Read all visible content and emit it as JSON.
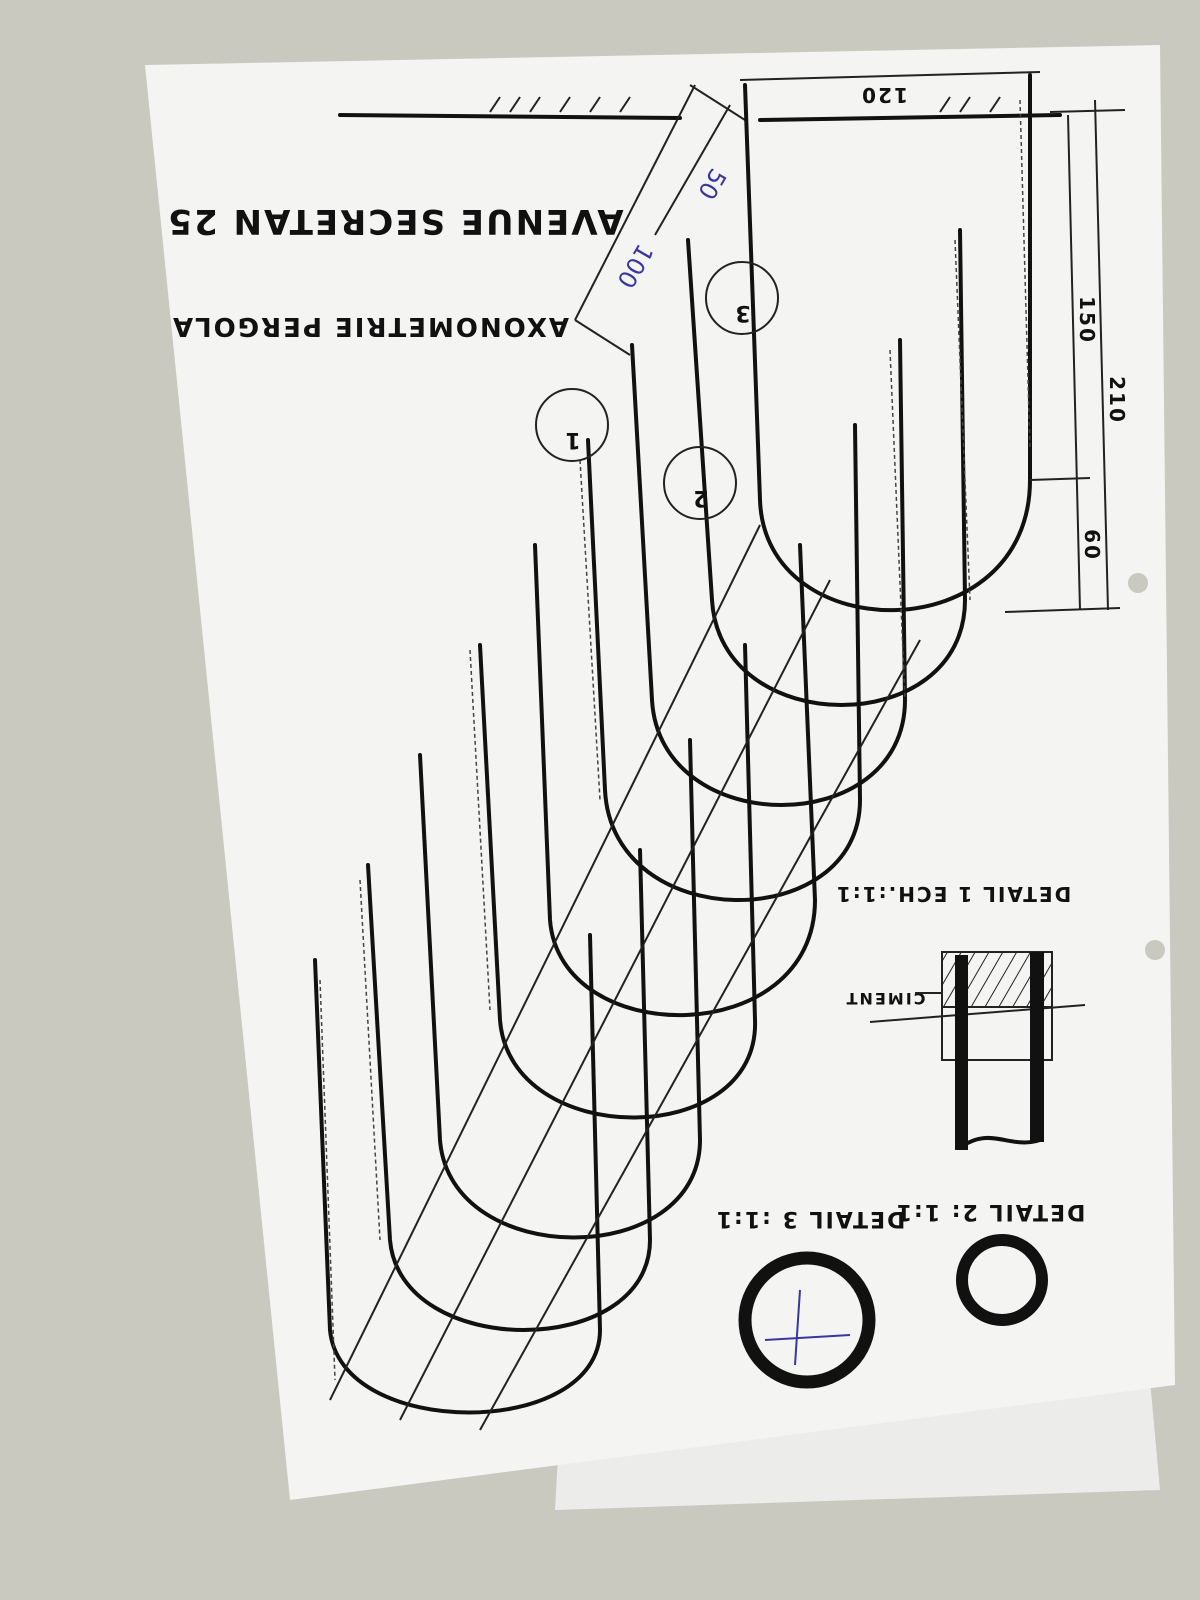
{
  "drawing": {
    "title": "AXONOMETRIE PERGOLA",
    "address": "AVENUE SECRETAN 25",
    "detail_1": "DETAIL 1 ECH.:1:1",
    "ciment": "CIMENT",
    "detail_2": "DETAIL 2: 1:1",
    "detail_3": "DETAIL 3 :1:1",
    "callouts": [
      "1",
      "2",
      "3"
    ],
    "dimensions": {
      "top": "120",
      "upper": "150",
      "total": "210",
      "lower": "60"
    },
    "pen_notes": [
      "100",
      "50"
    ],
    "colors": {
      "paper": "#f4f4f2",
      "ink": "#111111",
      "pen": "#3a36a0",
      "background": "#c9c9bf"
    },
    "orientation": "upside-down"
  }
}
